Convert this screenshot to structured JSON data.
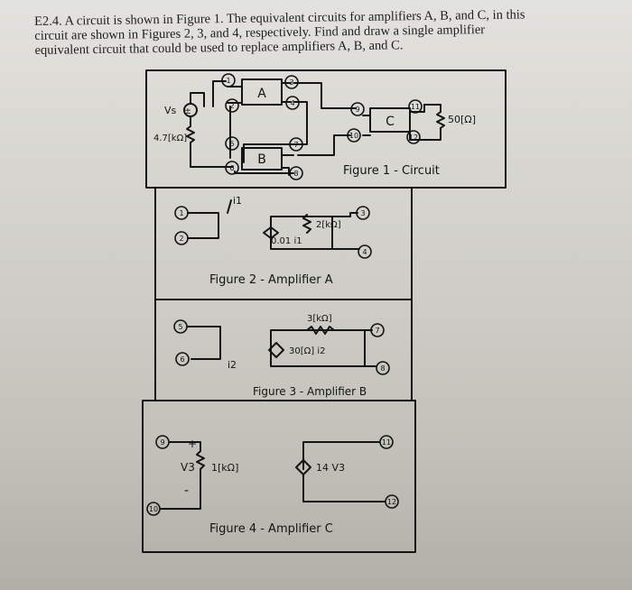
{
  "problem": {
    "line1": "E2.4.  A circuit is shown in Figure 1.  The equivalent circuits for amplifiers A, B, and C, in this",
    "line2": "circuit are shown in Figures 2, 3, and 4, respectively.  Find and draw a single amplifier",
    "line3": "equivalent circuit that could be used to replace amplifiers A, B, and C."
  },
  "figure1": {
    "caption": "Figure 1 - Circuit",
    "source_label": "Vs",
    "source_resistor": "4.7[kΩ]",
    "amp_a": "A",
    "amp_b": "B",
    "amp_c": "C",
    "load": "50[Ω]",
    "nodes": [
      "1",
      "2",
      "3",
      "4",
      "5",
      "6",
      "7",
      "8",
      "9",
      "10",
      "11",
      "12"
    ]
  },
  "figure2": {
    "caption": "Figure 2 - Amplifier A",
    "current_label": "i1",
    "source_value": "0.01 i1",
    "resistor": "2[kΩ]",
    "nodes": [
      "1",
      "2",
      "3",
      "4"
    ]
  },
  "figure3": {
    "caption": "Figure 3 - Amplifier B",
    "current_label": "i2",
    "source_value": "30[Ω] i2",
    "resistor": "3[kΩ]",
    "nodes": [
      "5",
      "6",
      "7",
      "8"
    ]
  },
  "figure4": {
    "caption": "Figure 4 - Amplifier C",
    "voltage_label": "V3",
    "resistor": "1[kΩ]",
    "source_value": "14 V3",
    "plus": "+",
    "minus": "-",
    "nodes": [
      "9",
      "10",
      "11",
      "12"
    ]
  }
}
